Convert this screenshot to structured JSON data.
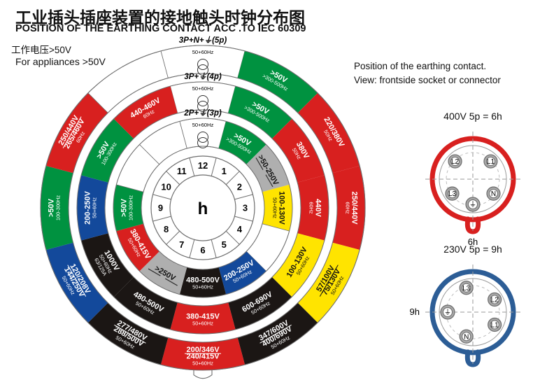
{
  "titles": {
    "cn": "工业插头插座装置的接地触头时钟分布图",
    "en": "POSITION OF THE EARTHING CONTACT ACC .TO IEC 60309",
    "note_cn": "工作电压>50V",
    "note_en": "For  appliances >50V",
    "side_line1": "Position of the earthing contact.",
    "side_line2": "View: frontside socket or connector"
  },
  "clock": {
    "center_label": "h",
    "hours": [
      "1",
      "2",
      "3",
      "4",
      "5",
      "6",
      "7",
      "8",
      "9",
      "10",
      "11",
      "12"
    ]
  },
  "ring_headers": {
    "r3p": "2P+⏚(3p)",
    "r4p": "3P+⏚(4p)",
    "r5p": "3P+N+⏚(5p)",
    "hz": "50+60Hz",
    "hz_icon": "two-circles-icon"
  },
  "colors": {
    "red": "#D8201F",
    "green": "#009240",
    "blue": "#13499B",
    "yellow": "#FFE400",
    "black": "#1B1614",
    "grey": "#AFAFAF",
    "white": "#FFFFFF",
    "outline": "#6E6E6E",
    "plug_red": "#D8201F",
    "plug_blue": "#2C5D96",
    "pin_grey": "#A8A8A8"
  },
  "rings": [
    {
      "id": "r3p",
      "name": "2P+⏚(3p)",
      "segments": [
        {
          "hour_start": 12,
          "span": 1,
          "color": "white",
          "lines": [],
          "sub": ""
        },
        {
          "hour_start": 1,
          "span": 1,
          "color": "green",
          "lines": [
            ">50V"
          ],
          "sub": ">300-500Hz"
        },
        {
          "hour_start": 2,
          "span": 1,
          "color": "grey",
          "lines": [
            ">50-250V"
          ],
          "sub": ""
        },
        {
          "hour_start": 3,
          "span": 1,
          "color": "yellow",
          "lines": [
            "100-130V"
          ],
          "sub": "50+60Hz"
        },
        {
          "hour_start": 4,
          "span": 1,
          "color": "white",
          "lines": [],
          "sub": ""
        },
        {
          "hour_start": 5,
          "span": 1,
          "color": "blue",
          "lines": [
            "200-250V"
          ],
          "sub": "50+60Hz"
        },
        {
          "hour_start": 6,
          "span": 1,
          "color": "black",
          "lines": [
            "480-500V"
          ],
          "sub": "50+60Hz"
        },
        {
          "hour_start": 7,
          "span": 1,
          "color": "grey",
          "lines": [
            ">250V"
          ],
          "sub": ""
        },
        {
          "hour_start": 8,
          "span": 1,
          "color": "red",
          "lines": [
            "380-415V"
          ],
          "sub": "50+60Hz"
        },
        {
          "hour_start": 9,
          "span": 1,
          "color": "green",
          "lines": [
            ">50V"
          ],
          "sub": "100-300Hz"
        },
        {
          "hour_start": 10,
          "span": 1,
          "color": "white",
          "lines": [],
          "sub": ""
        },
        {
          "hour_start": 11,
          "span": 1,
          "color": "white",
          "lines": [],
          "sub": ""
        }
      ]
    },
    {
      "id": "r4p",
      "name": "3P+⏚(4p)",
      "segments": [
        {
          "hour_start": 12,
          "span": 1,
          "color": "white",
          "lines": [],
          "sub": ""
        },
        {
          "hour_start": 1,
          "span": 1,
          "color": "green",
          "lines": [
            ">50V"
          ],
          "sub": ">300-500Hz"
        },
        {
          "hour_start": 2,
          "span": 1,
          "color": "red",
          "lines": [
            "380V"
          ],
          "sub": "50Hz"
        },
        {
          "hour_start": 3,
          "span": 1,
          "color": "red",
          "lines": [
            "440V"
          ],
          "sub": "60Hz"
        },
        {
          "hour_start": 4,
          "span": 1,
          "color": "yellow",
          "lines": [
            "100-130V"
          ],
          "sub": "50+60Hz"
        },
        {
          "hour_start": 5,
          "span": 1,
          "color": "black",
          "lines": [
            "600-690V"
          ],
          "sub": "50+60Hz"
        },
        {
          "hour_start": 6,
          "span": 1,
          "color": "red",
          "lines": [
            "380-415V"
          ],
          "sub": "50+60Hz"
        },
        {
          "hour_start": 7,
          "span": 1,
          "color": "black",
          "lines": [
            "480-500V"
          ],
          "sub": "50+60Hz"
        },
        {
          "hour_start": 8,
          "span": 1,
          "color": "black",
          "lines": [
            "1000V"
          ],
          "sub": "50+60Hz|63/125A"
        },
        {
          "hour_start": 9,
          "span": 1,
          "color": "blue",
          "lines": [
            "200-250V"
          ],
          "sub": "50+60Hz"
        },
        {
          "hour_start": 10,
          "span": 1,
          "color": "green",
          "lines": [
            ">50V"
          ],
          "sub": "100-300Hz"
        },
        {
          "hour_start": 11,
          "span": 1,
          "color": "red",
          "lines": [
            "440-460V"
          ],
          "sub": "60Hz"
        }
      ]
    },
    {
      "id": "r5p",
      "name": "3P+N+⏚(5p)",
      "segments": [
        {
          "hour_start": 12,
          "span": 1,
          "color": "white",
          "lines": [],
          "sub": ""
        },
        {
          "hour_start": 1,
          "span": 1,
          "color": "green",
          "lines": [
            ">50V"
          ],
          "sub": ">300-500Hz"
        },
        {
          "hour_start": 2,
          "span": 1,
          "color": "red",
          "lines": [
            "220/380V"
          ],
          "sub": "50Hz"
        },
        {
          "hour_start": 3,
          "span": 1,
          "color": "red",
          "lines": [
            "250/440V"
          ],
          "sub": "60Hz"
        },
        {
          "hour_start": 4,
          "span": 1,
          "color": "yellow",
          "lines": [
            "57/100V",
            "75/130V"
          ],
          "sub": "50+60Hz"
        },
        {
          "hour_start": 5,
          "span": 1,
          "color": "black",
          "lines": [
            "347/600V",
            "400/690V"
          ],
          "sub": "50+60Hz"
        },
        {
          "hour_start": 6,
          "span": 1,
          "color": "red",
          "lines": [
            "200/346V",
            "240/415V"
          ],
          "sub": "50+60Hz"
        },
        {
          "hour_start": 7,
          "span": 1,
          "color": "black",
          "lines": [
            "277/480V",
            "288/500V"
          ],
          "sub": "50+60Hz"
        },
        {
          "hour_start": 8,
          "span": 1,
          "color": "blue",
          "lines": [
            "120/208V",
            "144/250V"
          ],
          "sub": "50+60Hz"
        },
        {
          "hour_start": 9,
          "span": 1,
          "color": "green",
          "lines": [
            ">50V"
          ],
          "sub": "100-300Hz"
        },
        {
          "hour_start": 10,
          "span": 1,
          "color": "red",
          "lines": [
            "250/440V",
            "265/460V"
          ],
          "sub": "60Hz"
        },
        {
          "hour_start": 11,
          "span": 1,
          "color": "white",
          "lines": [],
          "sub": ""
        }
      ]
    }
  ],
  "plugs": [
    {
      "id": "plug-400v",
      "caption": "400V 5p = 6h",
      "bottom_label": "6h",
      "left_label": "",
      "body_color": "#D8201F",
      "notch_hour": 6,
      "pins": [
        {
          "label": "L2",
          "angle": 135
        },
        {
          "label": "L1",
          "angle": 45
        },
        {
          "label": "L3",
          "angle": 215
        },
        {
          "label": "N",
          "angle": 325
        },
        {
          "label": "⏚",
          "angle": 270
        }
      ]
    },
    {
      "id": "plug-230v",
      "caption": "230V 5p = 9h",
      "bottom_label": "",
      "left_label": "9h",
      "body_color": "#2C5D96",
      "notch_hour": 6,
      "pins": [
        {
          "label": "L3",
          "angle": 105
        },
        {
          "label": "L2",
          "angle": 30
        },
        {
          "label": "L1",
          "angle": 330
        },
        {
          "label": "N",
          "angle": 255
        },
        {
          "label": "⏚",
          "angle": 180
        }
      ]
    }
  ]
}
